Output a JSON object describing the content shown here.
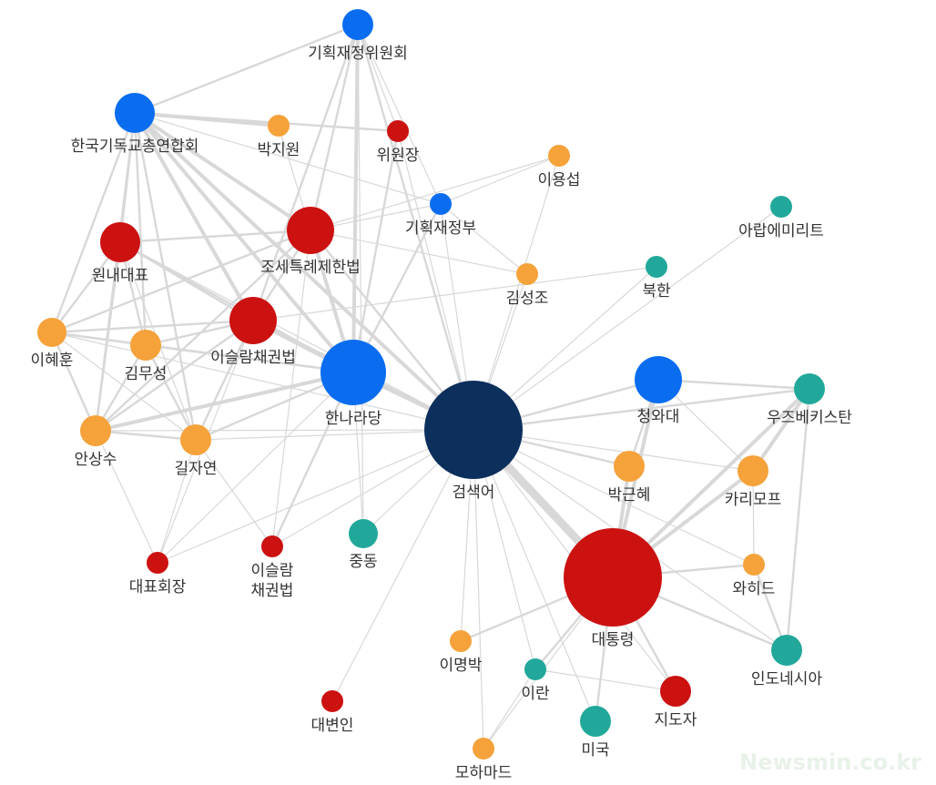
{
  "colors": {
    "red": "#cc1111",
    "blue": "#0a6df0",
    "orange": "#f5a23a",
    "teal": "#22a89a",
    "navy": "#0c2f5c",
    "edge": "#d8d8d8"
  },
  "watermark": "Newsmin.co.kr",
  "nodes": [
    {
      "id": "검색어",
      "color": "navy"
    },
    {
      "id": "기획재정위원회",
      "color": "blue"
    },
    {
      "id": "한국기독교총연합회",
      "color": "blue"
    },
    {
      "id": "박지원",
      "color": "orange"
    },
    {
      "id": "위원장",
      "color": "red"
    },
    {
      "id": "이용섭",
      "color": "orange"
    },
    {
      "id": "기획재정부",
      "color": "blue"
    },
    {
      "id": "아랍에미리트",
      "color": "teal"
    },
    {
      "id": "원내대표",
      "color": "red"
    },
    {
      "id": "조세특례제한법",
      "color": "red"
    },
    {
      "id": "김성조",
      "color": "orange"
    },
    {
      "id": "북한",
      "color": "teal"
    },
    {
      "id": "이혜훈",
      "color": "orange"
    },
    {
      "id": "김무성",
      "color": "orange"
    },
    {
      "id": "이슬람채권법",
      "color": "red"
    },
    {
      "id": "한나라당",
      "color": "blue"
    },
    {
      "id": "청와대",
      "color": "blue"
    },
    {
      "id": "우즈베키스탄",
      "color": "teal"
    },
    {
      "id": "안상수",
      "color": "orange"
    },
    {
      "id": "길자연",
      "color": "orange"
    },
    {
      "id": "박근혜",
      "color": "orange"
    },
    {
      "id": "카리모프",
      "color": "orange"
    },
    {
      "id": "대표회장",
      "color": "red"
    },
    {
      "id": "이슬람\n채권법",
      "color": "red"
    },
    {
      "id": "중동",
      "color": "teal"
    },
    {
      "id": "대통령",
      "color": "red"
    },
    {
      "id": "와히드",
      "color": "orange"
    },
    {
      "id": "이명박",
      "color": "orange"
    },
    {
      "id": "이란",
      "color": "teal"
    },
    {
      "id": "인도네시아",
      "color": "teal"
    },
    {
      "id": "지도자",
      "color": "red"
    },
    {
      "id": "미국",
      "color": "teal"
    },
    {
      "id": "대변인",
      "color": "red"
    },
    {
      "id": "모하마드",
      "color": "orange"
    }
  ],
  "edges": [
    [
      "검색어",
      "한나라당",
      3
    ],
    [
      "검색어",
      "대통령",
      6
    ],
    [
      "검색어",
      "청와대",
      2
    ],
    [
      "검색어",
      "기획재정부",
      1
    ],
    [
      "검색어",
      "기획재정위원회",
      2
    ],
    [
      "검색어",
      "이슬람채권법",
      3
    ],
    [
      "검색어",
      "조세특례제한법",
      2
    ],
    [
      "검색어",
      "한국기독교총연합회",
      3
    ],
    [
      "검색어",
      "김성조",
      1
    ],
    [
      "검색어",
      "북한",
      1
    ],
    [
      "검색어",
      "아랍에미리트",
      1
    ],
    [
      "검색어",
      "박근혜",
      2
    ],
    [
      "검색어",
      "우즈베키스탄",
      2
    ],
    [
      "검색어",
      "이명박",
      1
    ],
    [
      "검색어",
      "이란",
      1
    ],
    [
      "검색어",
      "미국",
      1
    ],
    [
      "검색어",
      "중동",
      1
    ],
    [
      "검색어",
      "대변인",
      1
    ],
    [
      "검색어",
      "모하마드",
      1
    ],
    [
      "검색어",
      "지도자",
      1
    ],
    [
      "검색어",
      "인도네시아",
      1
    ],
    [
      "검색어",
      "안상수",
      1
    ],
    [
      "검색어",
      "길자연",
      1
    ],
    [
      "검색어",
      "대표회장",
      1
    ],
    [
      "검색어",
      "이슬람\n채권법",
      1
    ],
    [
      "검색어",
      "위원장",
      1
    ],
    [
      "검색어",
      "이용섭",
      1
    ],
    [
      "검색어",
      "카리모프",
      1
    ],
    [
      "검색어",
      "와히드",
      1
    ],
    [
      "검색어",
      "원내대표",
      1
    ],
    [
      "검색어",
      "이혜훈",
      1
    ],
    [
      "한나라당",
      "기획재정위원회",
      3
    ],
    [
      "한나라당",
      "조세특례제한법",
      3
    ],
    [
      "한나라당",
      "이슬람채권법",
      3
    ],
    [
      "한나라당",
      "원내대표",
      2
    ],
    [
      "한나라당",
      "김무성",
      2
    ],
    [
      "한나라당",
      "이혜훈",
      2
    ],
    [
      "한나라당",
      "안상수",
      3
    ],
    [
      "한나라당",
      "길자연",
      2
    ],
    [
      "한나라당",
      "한국기독교총연합회",
      3
    ],
    [
      "한나라당",
      "위원장",
      2
    ],
    [
      "한나라당",
      "기획재정부",
      2
    ],
    [
      "한나라당",
      "중동",
      1
    ],
    [
      "한나라당",
      "이슬람\n채권법",
      2
    ],
    [
      "한나라당",
      "대표회장",
      1
    ],
    [
      "한국기독교총연합회",
      "기획재정위원회",
      2
    ],
    [
      "한국기독교총연합회",
      "박지원",
      3
    ],
    [
      "한국기독교총연합회",
      "위원장",
      2
    ],
    [
      "한국기독교총연합회",
      "원내대표",
      2
    ],
    [
      "한국기독교총연합회",
      "조세특례제한법",
      3
    ],
    [
      "한국기독교총연합회",
      "이혜훈",
      2
    ],
    [
      "한국기독교총연합회",
      "김무성",
      2
    ],
    [
      "한국기독교총연합회",
      "안상수",
      2
    ],
    [
      "한국기독교총연합회",
      "길자연",
      2
    ],
    [
      "한국기독교총연합회",
      "이슬람채권법",
      3
    ],
    [
      "한국기독교총연합회",
      "기획재정부",
      1
    ],
    [
      "기획재정위원회",
      "조세특례제한법",
      2
    ],
    [
      "기획재정위원회",
      "이슬람채권법",
      2
    ],
    [
      "기획재정위원회",
      "기획재정부",
      1
    ],
    [
      "기획재정위원회",
      "위원장",
      1
    ],
    [
      "기획재정위원회",
      "중동",
      1
    ],
    [
      "조세특례제한법",
      "원내대표",
      2
    ],
    [
      "조세특례제한법",
      "이슬람채권법",
      2
    ],
    [
      "조세특례제한법",
      "김성조",
      1
    ],
    [
      "조세특례제한법",
      "박지원",
      1
    ],
    [
      "조세특례제한법",
      "이혜훈",
      2
    ],
    [
      "조세특례제한법",
      "안상수",
      2
    ],
    [
      "조세특례제한법",
      "기획재정부",
      1
    ],
    [
      "조세특례제한법",
      "이용섭",
      1
    ],
    [
      "조세특례제한법",
      "이슬람\n채권법",
      1
    ],
    [
      "이슬람채권법",
      "원내대표",
      2
    ],
    [
      "이슬람채권법",
      "이혜훈",
      2
    ],
    [
      "이슬람채권법",
      "김무성",
      2
    ],
    [
      "이슬람채권법",
      "안상수",
      2
    ],
    [
      "이슬람채권법",
      "길자연",
      2
    ],
    [
      "이슬람채권법",
      "대표회장",
      1
    ],
    [
      "원내대표",
      "이혜훈",
      2
    ],
    [
      "원내대표",
      "김무성",
      2
    ],
    [
      "원내대표",
      "안상수",
      2
    ],
    [
      "원내대표",
      "길자연",
      1
    ],
    [
      "이혜훈",
      "김무성",
      2
    ],
    [
      "이혜훈",
      "안상수",
      2
    ],
    [
      "이혜훈",
      "길자연",
      1
    ],
    [
      "김무성",
      "안상수",
      2
    ],
    [
      "김무성",
      "길자연",
      2
    ],
    [
      "안상수",
      "길자연",
      2
    ],
    [
      "안상수",
      "대표회장",
      1
    ],
    [
      "길자연",
      "대표회장",
      1
    ],
    [
      "길자연",
      "이슬람\n채권법",
      1
    ],
    [
      "대통령",
      "청와대",
      3
    ],
    [
      "대통령",
      "박근혜",
      3
    ],
    [
      "대통령",
      "우즈베키스탄",
      3
    ],
    [
      "대통령",
      "카리모프",
      3
    ],
    [
      "대통령",
      "와히드",
      2
    ],
    [
      "대통령",
      "인도네시아",
      2
    ],
    [
      "대통령",
      "이명박",
      2
    ],
    [
      "대통령",
      "이란",
      2
    ],
    [
      "대통령",
      "지도자",
      2
    ],
    [
      "대통령",
      "미국",
      2
    ],
    [
      "대통령",
      "모하마드",
      1
    ],
    [
      "청와대",
      "우즈베키스탄",
      2
    ],
    [
      "청와대",
      "박근혜",
      2
    ],
    [
      "청와대",
      "카리모프",
      1
    ],
    [
      "우즈베키스탄",
      "카리모프",
      3
    ],
    [
      "우즈베키스탄",
      "인도네시아",
      2
    ],
    [
      "와히드",
      "인도네시아",
      2
    ],
    [
      "카리모프",
      "와히드",
      1
    ],
    [
      "이란",
      "모하마드",
      1
    ],
    [
      "이란",
      "지도자",
      1
    ],
    [
      "북한",
      "이슬람채권법",
      1
    ],
    [
      "이용섭",
      "기획재정부",
      1
    ],
    [
      "김성조",
      "기획재정부",
      1
    ]
  ]
}
